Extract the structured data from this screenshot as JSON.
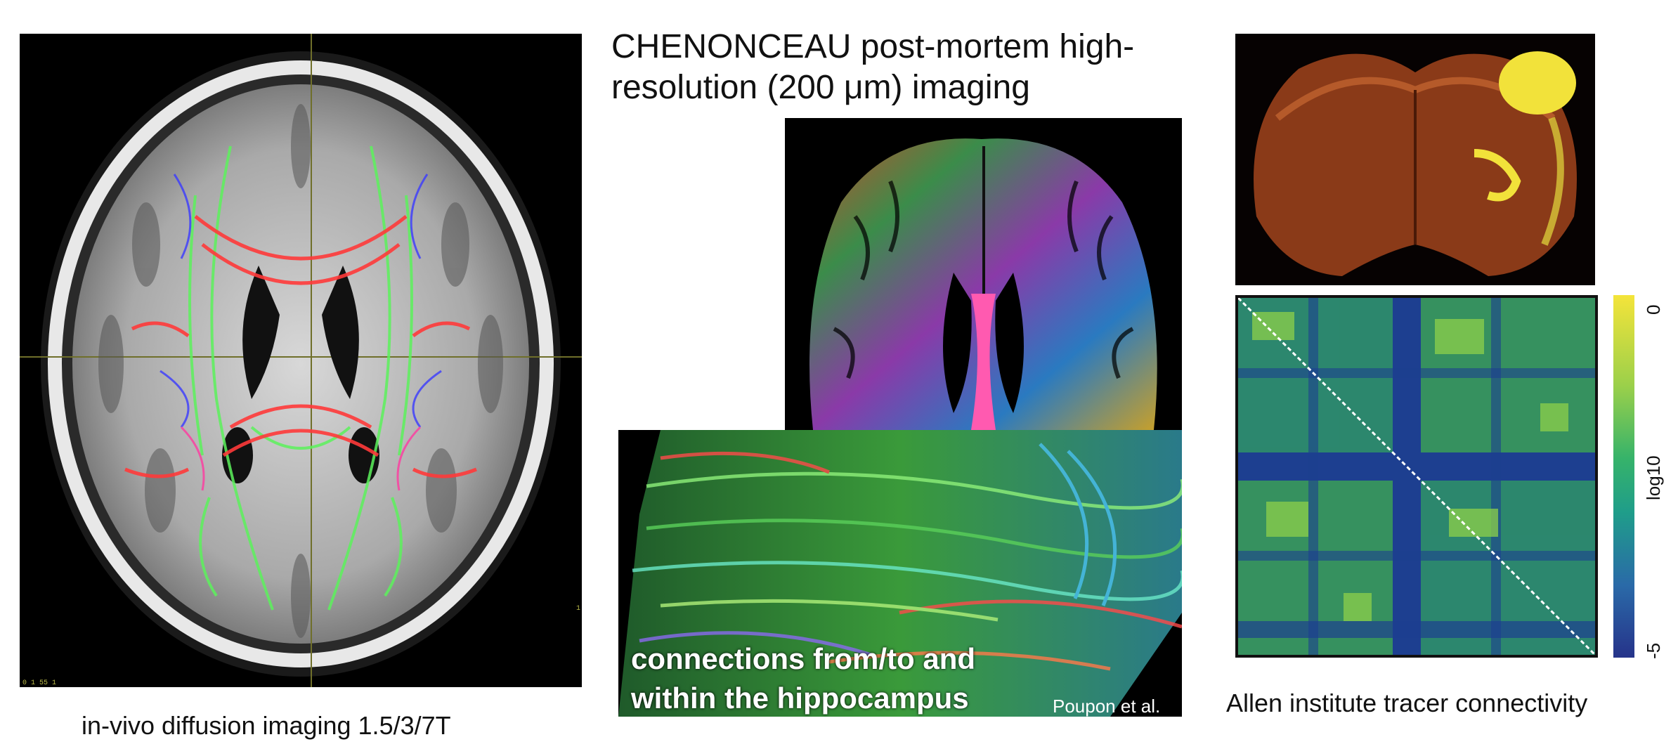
{
  "left": {
    "caption": "in-vivo diffusion imaging 1.5/3/7T",
    "corner_text_bottom": "0 1 55 1",
    "side_text_right": "1"
  },
  "middle": {
    "title": "CHENONCEAU post-mortem high-resolution (200 μm) imaging",
    "overlay_line1": "connections from/to and",
    "overlay_line2": "within the hippocampus",
    "credit": "Poupon et al."
  },
  "right": {
    "caption": "Allen institute tracer connectivity",
    "colorbar": {
      "top_label": "0",
      "mid_label": "log10",
      "bottom_label": "-5"
    }
  },
  "colors": {
    "tract_red": "#ff3a3a",
    "tract_green": "#5cf25c",
    "tract_blue": "#3a3aff",
    "tract_pink": "#ff3aa0",
    "matrix_low": "#26338a",
    "matrix_high": "#f4e43a"
  }
}
